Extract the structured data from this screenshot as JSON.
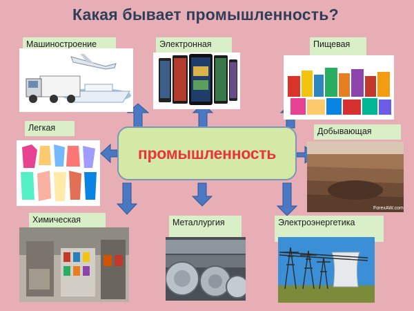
{
  "slide": {
    "title": "Какая бывает промышленность?",
    "center_label": "промышленность",
    "categories": [
      {
        "id": "machine",
        "label": "Машиностроение"
      },
      {
        "id": "electronics",
        "label": "Электронная"
      },
      {
        "id": "food",
        "label": "Пищевая"
      },
      {
        "id": "light",
        "label": "Легкая"
      },
      {
        "id": "mining",
        "label": "Добывающая"
      },
      {
        "id": "chemical",
        "label": "Химическая"
      },
      {
        "id": "metallurgy",
        "label": "Металлургия"
      },
      {
        "id": "power",
        "label": "Электроэнергетика"
      }
    ],
    "watermark": "ForexAW.com"
  },
  "colors": {
    "background": "#e7aeb5",
    "title": "#2f3f5a",
    "label_bg": "#d9efc7",
    "center_fill": "#d4e9a5",
    "center_text": "#e8343c",
    "arrow": "#4a78c2"
  }
}
